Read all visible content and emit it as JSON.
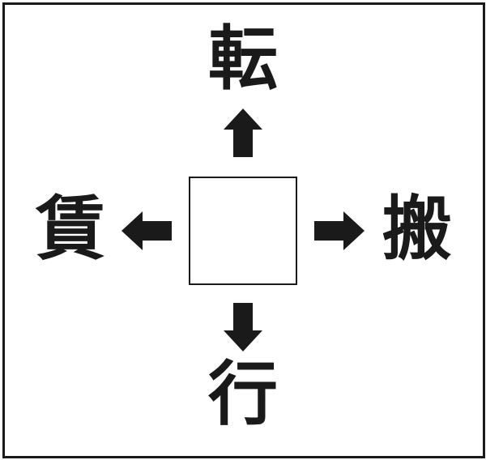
{
  "puzzle": {
    "top_char": "転",
    "left_char": "賃",
    "right_char": "搬",
    "bottom_char": "行",
    "center_answer": ""
  },
  "icons": {
    "up": "arrow-up-icon",
    "down": "arrow-down-icon",
    "left": "arrow-left-icon",
    "right": "arrow-right-icon"
  },
  "colors": {
    "ink": "#1a1a1a",
    "background": "#ffffff"
  }
}
